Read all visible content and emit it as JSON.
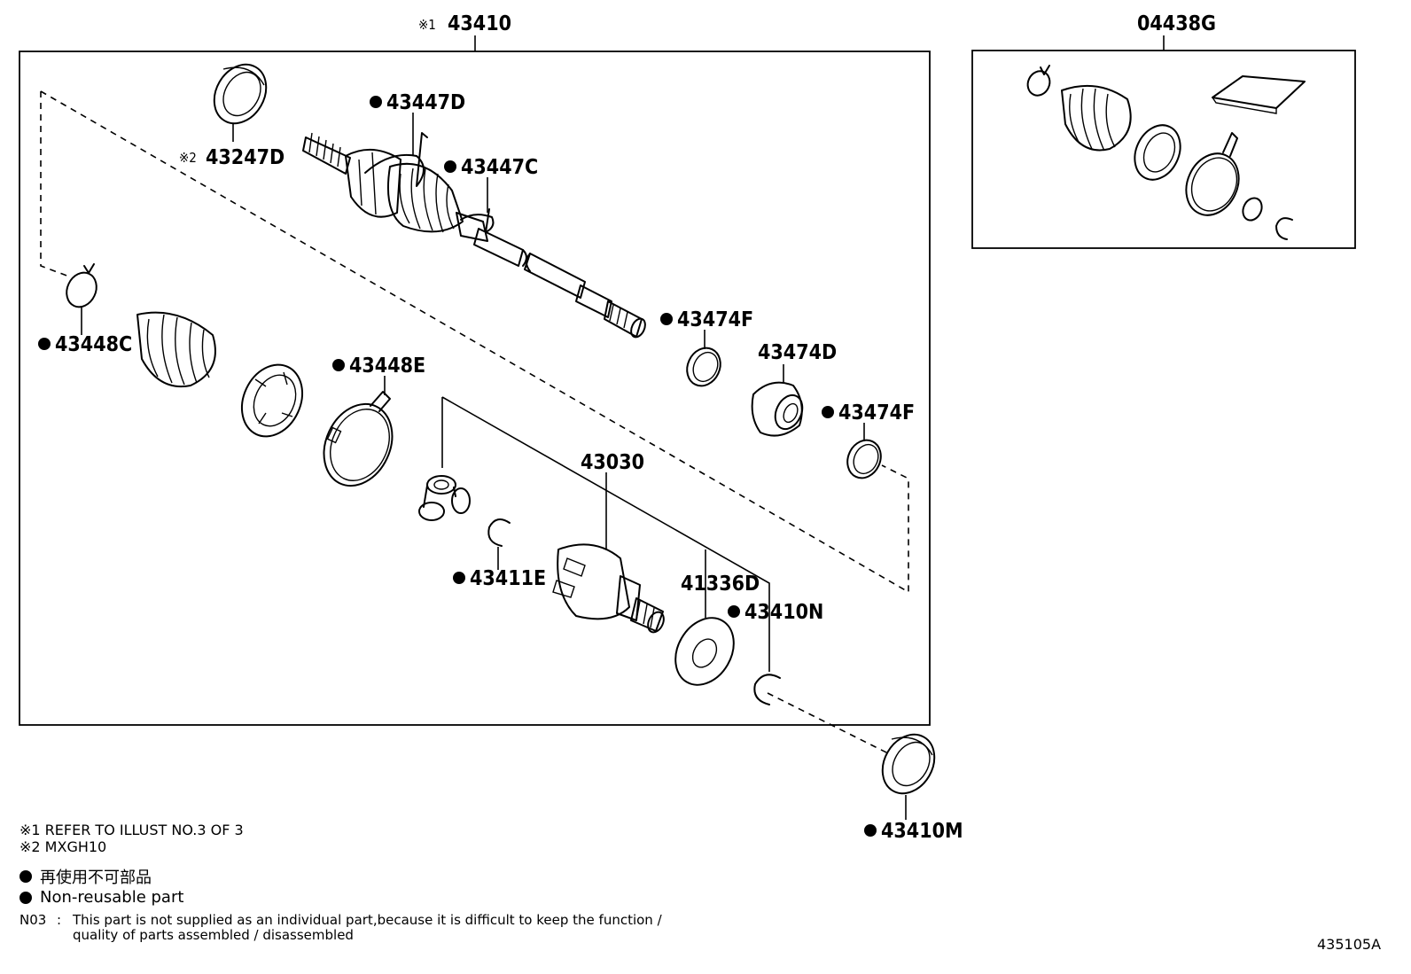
{
  "groups": {
    "main_assembly": {
      "ref_mark": "※1",
      "label": "43410"
    },
    "boot_kit": {
      "label": "04438G"
    }
  },
  "parts": {
    "p43247D": {
      "ref_mark": "※2",
      "label": "43247D"
    },
    "p43447D": {
      "label": "43447D",
      "non_reusable": true
    },
    "p43447C": {
      "label": "43447C",
      "non_reusable": true
    },
    "p43448C": {
      "label": "43448C",
      "non_reusable": true
    },
    "p43448E": {
      "label": "43448E",
      "non_reusable": true
    },
    "p43474F_a": {
      "label": "43474F",
      "non_reusable": true
    },
    "p43474D": {
      "label": "43474D",
      "non_reusable": false
    },
    "p43474F_b": {
      "label": "43474F",
      "non_reusable": true
    },
    "p43030": {
      "label": "43030",
      "non_reusable": false
    },
    "p43411E": {
      "label": "43411E",
      "non_reusable": true
    },
    "p41336D": {
      "label": "41336D",
      "non_reusable": false
    },
    "p43410N": {
      "label": "43410N",
      "non_reusable": true
    },
    "p43410M": {
      "label": "43410M",
      "non_reusable": true
    }
  },
  "notes": {
    "note1": "※1 REFER TO ILLUST NO.3 OF 3",
    "note2": "※2 MXGH10",
    "legend_jp": "再使用不可部品",
    "legend_en": "Non-reusable part",
    "n03_code": "N03",
    "n03_sep": ":",
    "n03_line1": "This part is not supplied as an individual part,because it is difficult to keep the function /",
    "n03_line2": "quality of parts assembled / disassembled"
  },
  "illustration_id": "435105A"
}
